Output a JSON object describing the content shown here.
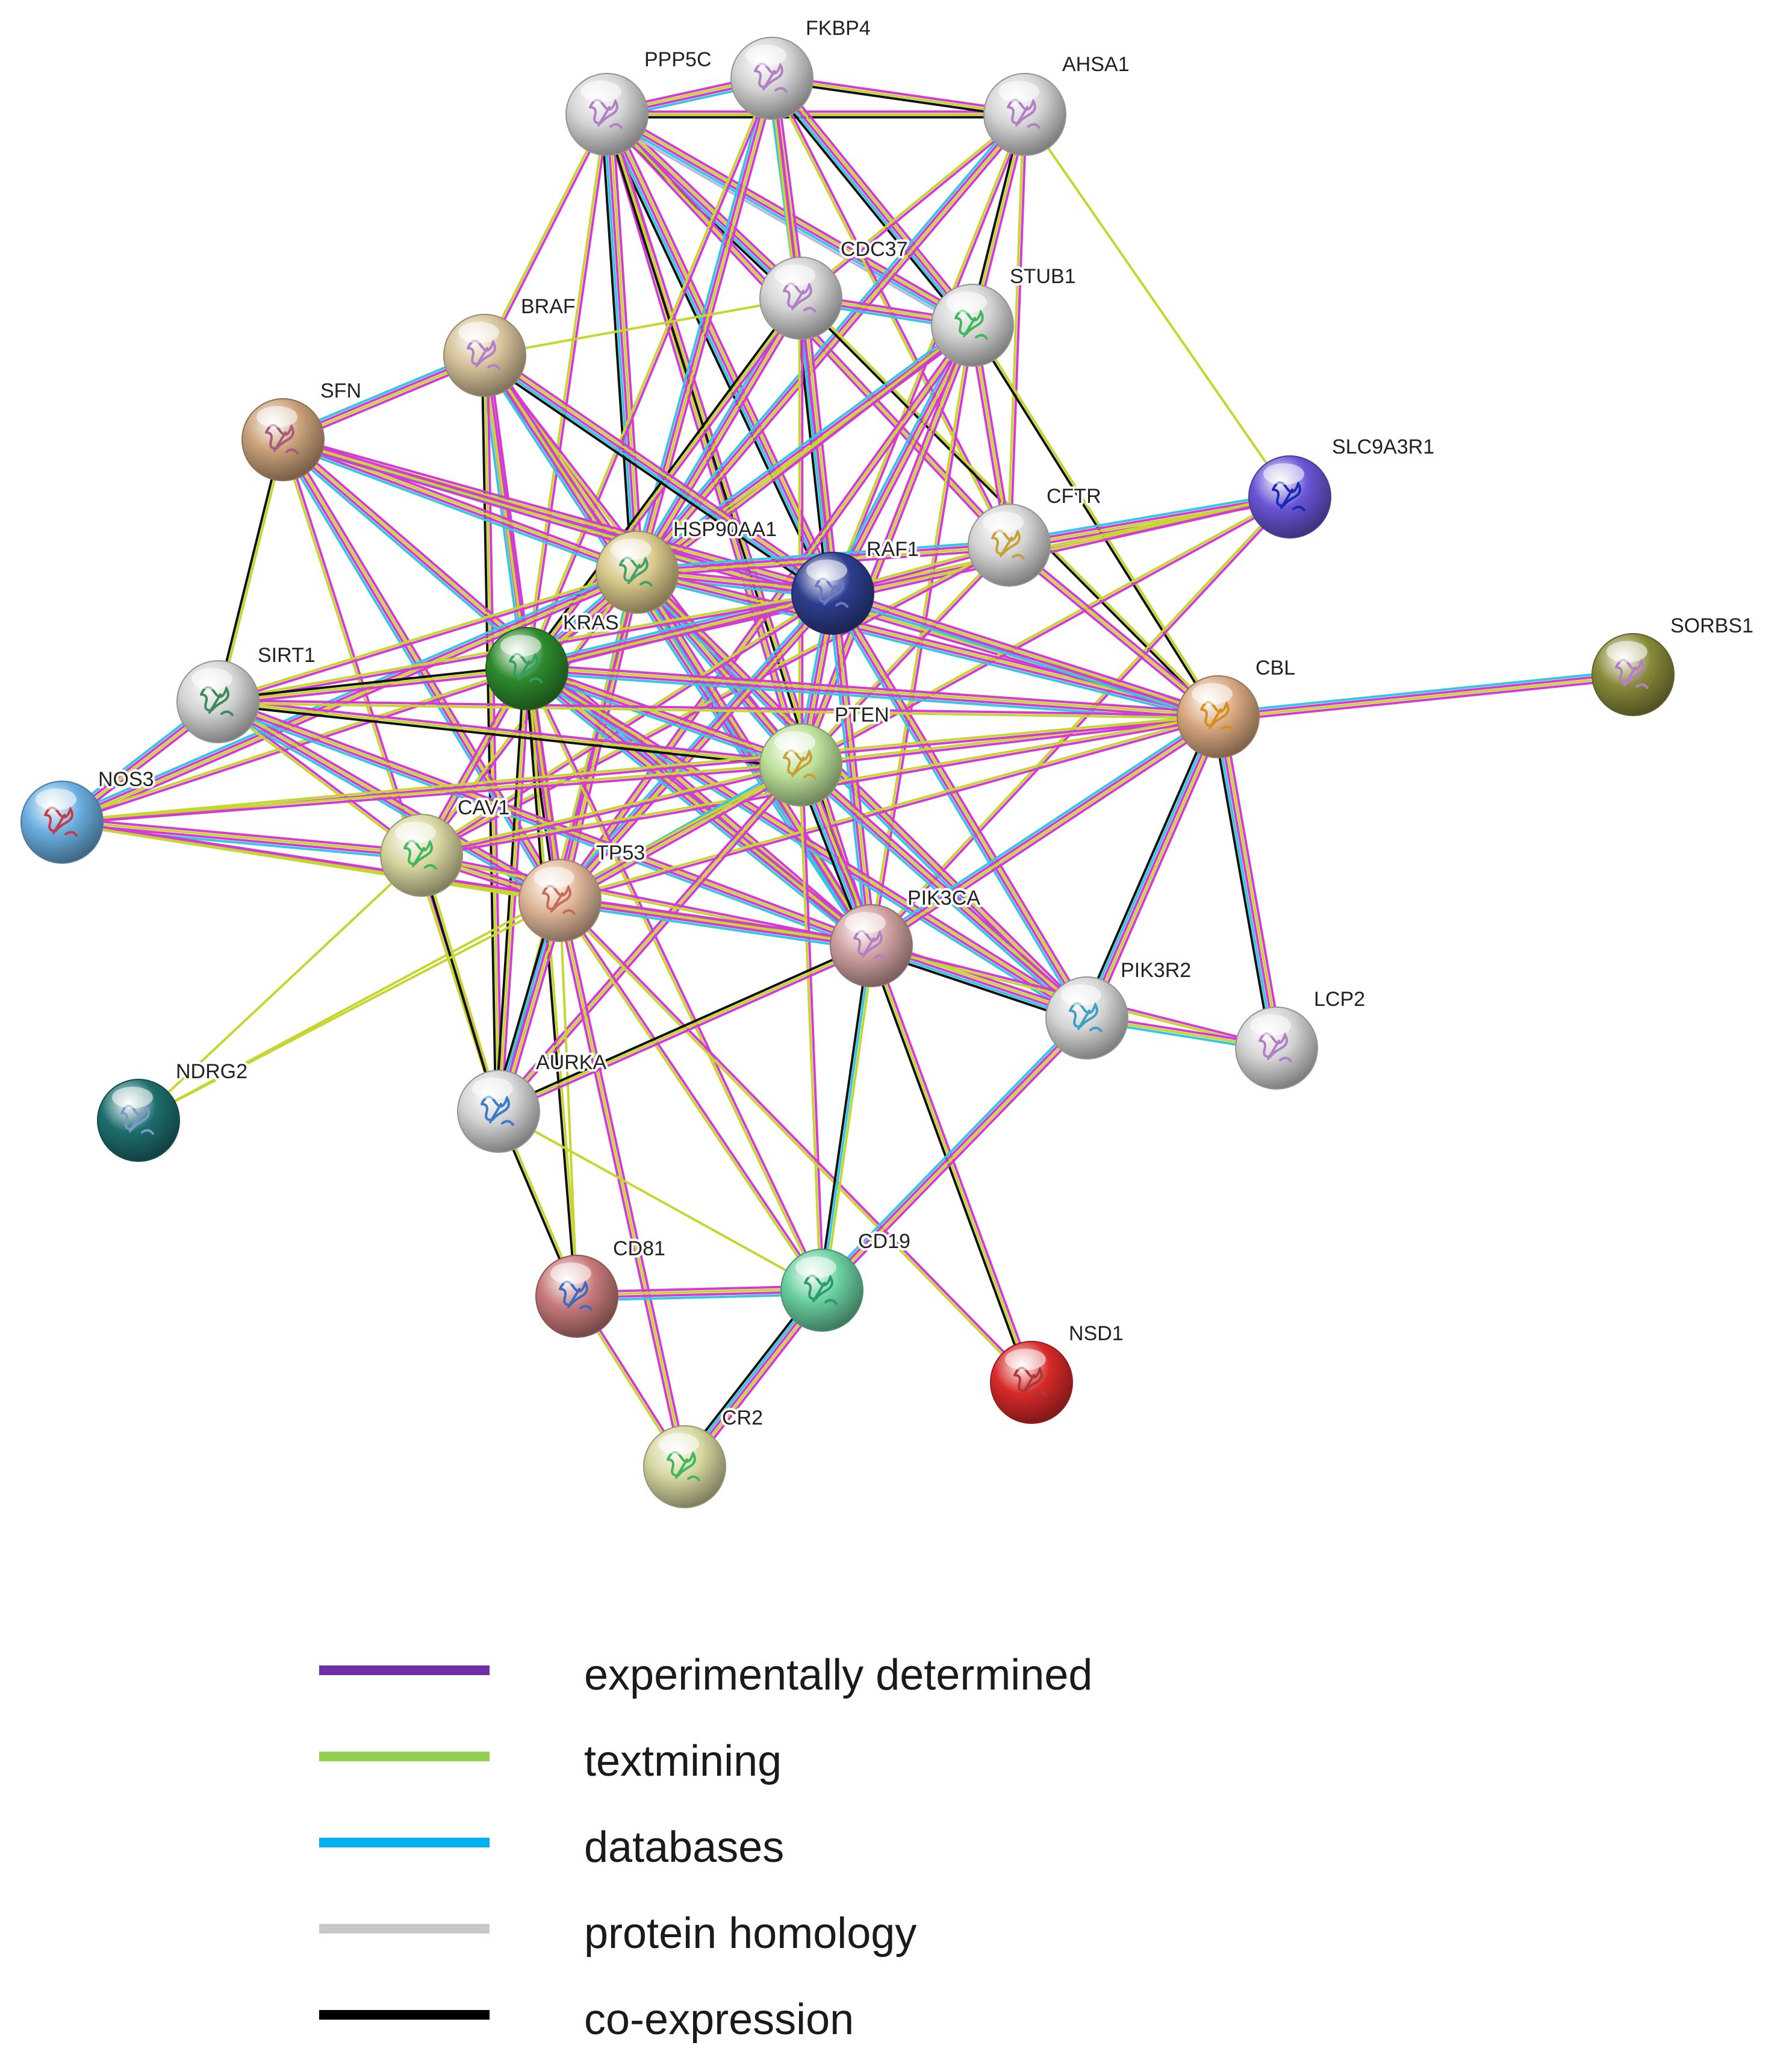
{
  "network": {
    "nodes": [
      {
        "id": "PPP5C",
        "color": "#d4d4d4",
        "structure": "#b27fc6"
      },
      {
        "id": "FKBP4",
        "color": "#d4d4d4",
        "structure": "#b27fc6"
      },
      {
        "id": "AHSA1",
        "color": "#d4d4d4",
        "structure": "#b27fc6"
      },
      {
        "id": "CDC37",
        "color": "#d4d4d4",
        "structure": "#b27fc6"
      },
      {
        "id": "STUB1",
        "color": "#d4d4d4",
        "structure": "#3fb85a"
      },
      {
        "id": "BRAF",
        "color": "#d6c39a",
        "structure": "#b27fc6"
      },
      {
        "id": "SFN",
        "color": "#c9a078",
        "structure": "#a85a7a"
      },
      {
        "id": "SLC9A3R1",
        "color": "#6a55d6",
        "structure": "#1a2ab0"
      },
      {
        "id": "CFTR",
        "color": "#d4d4d4",
        "structure": "#c6a030"
      },
      {
        "id": "HSP90AA1",
        "color": "#d8c88a",
        "structure": "#46a06a"
      },
      {
        "id": "RAF1",
        "color": "#2e3e8e",
        "structure": "#6a7ac6"
      },
      {
        "id": "KRAS",
        "color": "#2e8a2e",
        "structure": "#2ea060"
      },
      {
        "id": "SIRT1",
        "color": "#d4d4d4",
        "structure": "#3a8a5a"
      },
      {
        "id": "SORBS1",
        "color": "#8a8a3a",
        "structure": "#b27fc6"
      },
      {
        "id": "CBL",
        "color": "#d8a880",
        "structure": "#d6901a"
      },
      {
        "id": "PTEN",
        "color": "#bce09a",
        "structure": "#c6a030"
      },
      {
        "id": "NOS3",
        "color": "#6aaee0",
        "structure": "#c63a4a"
      },
      {
        "id": "CAV1",
        "color": "#d8d6a0",
        "structure": "#3fb85a"
      },
      {
        "id": "TP53",
        "color": "#e0b89a",
        "structure": "#c66a5a"
      },
      {
        "id": "PIK3CA",
        "color": "#d0a0a0",
        "structure": "#b27fc6"
      },
      {
        "id": "PIK3R2",
        "color": "#d4d4d4",
        "structure": "#3fa0c6"
      },
      {
        "id": "LCP2",
        "color": "#d4d4d4",
        "structure": "#b27fc6"
      },
      {
        "id": "NDRG2",
        "color": "#1e6e6e",
        "structure": "#7a9ac6"
      },
      {
        "id": "AURKA",
        "color": "#d4d4d4",
        "structure": "#3a7ac6"
      },
      {
        "id": "CD81",
        "color": "#c87a7a",
        "structure": "#3a6ac6"
      },
      {
        "id": "CD19",
        "color": "#6ad0a0",
        "structure": "#2a9a6a"
      },
      {
        "id": "NSD1",
        "color": "#d82a2a",
        "structure": "#a83a3a"
      },
      {
        "id": "CR2",
        "color": "#d6d6a0",
        "structure": "#3fb85a"
      }
    ],
    "edges": [
      [
        "PPP5C",
        "FKBP4",
        "ptmd"
      ],
      [
        "PPP5C",
        "AHSA1",
        "ptc"
      ],
      [
        "PPP5C",
        "CDC37",
        "ptmdc"
      ],
      [
        "PPP5C",
        "STUB1",
        "ptmdh"
      ],
      [
        "PPP5C",
        "HSP90AA1",
        "ptmdc"
      ],
      [
        "PPP5C",
        "RAF1",
        "ptmdc"
      ],
      [
        "PPP5C",
        "BRAF",
        "pt"
      ],
      [
        "PPP5C",
        "PTEN",
        "ptm"
      ],
      [
        "PPP5C",
        "KRAS",
        "pt"
      ],
      [
        "PPP5C",
        "PIK3CA",
        "ptc"
      ],
      [
        "PPP5C",
        "CFTR",
        "ptm"
      ],
      [
        "FKBP4",
        "AHSA1",
        "ptc"
      ],
      [
        "FKBP4",
        "CDC37",
        "ptmd"
      ],
      [
        "FKBP4",
        "STUB1",
        "ptmdc"
      ],
      [
        "FKBP4",
        "HSP90AA1",
        "ptmd"
      ],
      [
        "FKBP4",
        "RAF1",
        "pt"
      ],
      [
        "FKBP4",
        "KRAS",
        "pt"
      ],
      [
        "FKBP4",
        "CFTR",
        "pt"
      ],
      [
        "AHSA1",
        "CDC37",
        "pt"
      ],
      [
        "AHSA1",
        "STUB1",
        "ptc"
      ],
      [
        "AHSA1",
        "HSP90AA1",
        "ptmd"
      ],
      [
        "AHSA1",
        "SLC9A3R1",
        "t"
      ],
      [
        "AHSA1",
        "CFTR",
        "pt"
      ],
      [
        "AHSA1",
        "RAF1",
        "pt"
      ],
      [
        "CDC37",
        "STUB1",
        "ptmd"
      ],
      [
        "CDC37",
        "HSP90AA1",
        "ptmd"
      ],
      [
        "CDC37",
        "RAF1",
        "ptmdc"
      ],
      [
        "CDC37",
        "BRAF",
        "t"
      ],
      [
        "CDC37",
        "KRAS",
        "ptc"
      ],
      [
        "CDC37",
        "PTEN",
        "pt"
      ],
      [
        "CDC37",
        "CBL",
        "tc"
      ],
      [
        "STUB1",
        "HSP90AA1",
        "ptmd"
      ],
      [
        "STUB1",
        "RAF1",
        "ptmd"
      ],
      [
        "STUB1",
        "CFTR",
        "ptm"
      ],
      [
        "STUB1",
        "PTEN",
        "ptm"
      ],
      [
        "STUB1",
        "TP53",
        "ptm"
      ],
      [
        "STUB1",
        "KRAS",
        "pt"
      ],
      [
        "STUB1",
        "CBL",
        "tc"
      ],
      [
        "STUB1",
        "PIK3CA",
        "pt"
      ],
      [
        "BRAF",
        "SFN",
        "ptmd"
      ],
      [
        "BRAF",
        "HSP90AA1",
        "ptmd"
      ],
      [
        "BRAF",
        "RAF1",
        "ptmdc"
      ],
      [
        "BRAF",
        "KRAS",
        "ptmd"
      ],
      [
        "BRAF",
        "PTEN",
        "pt"
      ],
      [
        "BRAF",
        "PIK3CA",
        "ptmd"
      ],
      [
        "BRAF",
        "TP53",
        "pt"
      ],
      [
        "BRAF",
        "AURKA",
        "ptc"
      ],
      [
        "SFN",
        "HSP90AA1",
        "ptmd"
      ],
      [
        "SFN",
        "RAF1",
        "ptmd"
      ],
      [
        "SFN",
        "SIRT1",
        "tc"
      ],
      [
        "SFN",
        "TP53",
        "ptmd"
      ],
      [
        "SFN",
        "PIK3CA",
        "ptmd"
      ],
      [
        "SFN",
        "CBL",
        "ptm"
      ],
      [
        "SFN",
        "AURKA",
        "pt"
      ],
      [
        "SLC9A3R1",
        "CFTR",
        "ptmd"
      ],
      [
        "SLC9A3R1",
        "RAF1",
        "pt"
      ],
      [
        "SLC9A3R1",
        "KRAS",
        "pt"
      ],
      [
        "SLC9A3R1",
        "PTEN",
        "pt"
      ],
      [
        "SLC9A3R1",
        "PIK3CA",
        "pt"
      ],
      [
        "CFTR",
        "HSP90AA1",
        "ptmd"
      ],
      [
        "CFTR",
        "RAF1",
        "pt"
      ],
      [
        "CFTR",
        "CBL",
        "ptm"
      ],
      [
        "CFTR",
        "CAV1",
        "pt"
      ],
      [
        "CFTR",
        "PTEN",
        "pt"
      ],
      [
        "HSP90AA1",
        "RAF1",
        "ptmd"
      ],
      [
        "HSP90AA1",
        "KRAS",
        "ptmd"
      ],
      [
        "HSP90AA1",
        "SIRT1",
        "pt"
      ],
      [
        "HSP90AA1",
        "PTEN",
        "ptmd"
      ],
      [
        "HSP90AA1",
        "CBL",
        "ptmd"
      ],
      [
        "HSP90AA1",
        "NOS3",
        "ptmd"
      ],
      [
        "HSP90AA1",
        "CAV1",
        "pt"
      ],
      [
        "HSP90AA1",
        "TP53",
        "ptmd"
      ],
      [
        "HSP90AA1",
        "PIK3CA",
        "ptmd"
      ],
      [
        "HSP90AA1",
        "PIK3R2",
        "ptmd"
      ],
      [
        "HSP90AA1",
        "AURKA",
        "pt"
      ],
      [
        "RAF1",
        "KRAS",
        "ptmd"
      ],
      [
        "RAF1",
        "PTEN",
        "ptmd"
      ],
      [
        "RAF1",
        "CBL",
        "ptmd"
      ],
      [
        "RAF1",
        "TP53",
        "ptmd"
      ],
      [
        "RAF1",
        "PIK3CA",
        "ptmd"
      ],
      [
        "RAF1",
        "PIK3R2",
        "ptmd"
      ],
      [
        "RAF1",
        "SIRT1",
        "pt"
      ],
      [
        "RAF1",
        "CAV1",
        "pt"
      ],
      [
        "KRAS",
        "SIRT1",
        "ptc"
      ],
      [
        "KRAS",
        "PTEN",
        "ptmd"
      ],
      [
        "KRAS",
        "CBL",
        "ptmd"
      ],
      [
        "KRAS",
        "NOS3",
        "pt"
      ],
      [
        "KRAS",
        "CAV1",
        "ptm"
      ],
      [
        "KRAS",
        "TP53",
        "ptmc"
      ],
      [
        "KRAS",
        "PIK3CA",
        "ptmd"
      ],
      [
        "KRAS",
        "PIK3R2",
        "ptmd"
      ],
      [
        "KRAS",
        "AURKA",
        "ptc"
      ],
      [
        "KRAS",
        "CD81",
        "tc"
      ],
      [
        "KRAS",
        "CD19",
        "pt"
      ],
      [
        "SIRT1",
        "NOS3",
        "ptmd"
      ],
      [
        "SIRT1",
        "CAV1",
        "pt"
      ],
      [
        "SIRT1",
        "TP53",
        "ptmd"
      ],
      [
        "SIRT1",
        "PTEN",
        "ptc"
      ],
      [
        "SIRT1",
        "PIK3CA",
        "ptmd"
      ],
      [
        "SIRT1",
        "CBL",
        "pt"
      ],
      [
        "SORBS1",
        "CBL",
        "ptmd"
      ],
      [
        "CBL",
        "PTEN",
        "pt"
      ],
      [
        "CBL",
        "PIK3CA",
        "ptmd"
      ],
      [
        "CBL",
        "PIK3R2",
        "ptmdc"
      ],
      [
        "CBL",
        "LCP2",
        "ptmdc"
      ],
      [
        "CBL",
        "TP53",
        "pt"
      ],
      [
        "CBL",
        "NOS3",
        "pt"
      ],
      [
        "CBL",
        "CAV1",
        "pt"
      ],
      [
        "PTEN",
        "TP53",
        "ptmd"
      ],
      [
        "PTEN",
        "PIK3CA",
        "ptmdc"
      ],
      [
        "PTEN",
        "PIK3R2",
        "ptmd"
      ],
      [
        "PTEN",
        "NOS3",
        "pt"
      ],
      [
        "PTEN",
        "CAV1",
        "pt"
      ],
      [
        "PTEN",
        "NDRG2",
        "t"
      ],
      [
        "PTEN",
        "AURKA",
        "ptm"
      ],
      [
        "PTEN",
        "CD19",
        "pt"
      ],
      [
        "NOS3",
        "CAV1",
        "ptmd"
      ],
      [
        "NOS3",
        "TP53",
        "pt"
      ],
      [
        "NOS3",
        "PIK3CA",
        "pt"
      ],
      [
        "CAV1",
        "TP53",
        "ptm"
      ],
      [
        "CAV1",
        "PIK3CA",
        "pt"
      ],
      [
        "CAV1",
        "AURKA",
        "tc"
      ],
      [
        "CAV1",
        "NDRG2",
        "t"
      ],
      [
        "TP53",
        "PIK3CA",
        "ptmd"
      ],
      [
        "TP53",
        "AURKA",
        "ptmdc"
      ],
      [
        "TP53",
        "CD19",
        "pt"
      ],
      [
        "TP53",
        "NSD1",
        "pt"
      ],
      [
        "TP53",
        "CR2",
        "ptm"
      ],
      [
        "TP53",
        "CD81",
        "t"
      ],
      [
        "TP53",
        "NDRG2",
        "t"
      ],
      [
        "PIK3CA",
        "PIK3R2",
        "ptmdc"
      ],
      [
        "PIK3CA",
        "LCP2",
        "pt"
      ],
      [
        "PIK3CA",
        "NSD1",
        "ptc"
      ],
      [
        "PIK3CA",
        "CD19",
        "tdc"
      ],
      [
        "PIK3CA",
        "AURKA",
        "ptc"
      ],
      [
        "PIK3R2",
        "LCP2",
        "ptd"
      ],
      [
        "PIK3R2",
        "CD19",
        "ptmd"
      ],
      [
        "AURKA",
        "CD81",
        "tc"
      ],
      [
        "AURKA",
        "CD19",
        "t"
      ],
      [
        "CD81",
        "CD19",
        "ptmd"
      ],
      [
        "CD81",
        "CR2",
        "pt"
      ],
      [
        "CD19",
        "CR2",
        "ptmdc"
      ]
    ]
  },
  "legend": [
    {
      "label": "experimentally determined",
      "color": "#6f2da8"
    },
    {
      "label": "textmining",
      "color": "#92d14f"
    },
    {
      "label": "databases",
      "color": "#00b0f0"
    },
    {
      "label": "protein homology",
      "color": "#c8c8c8"
    },
    {
      "label": "co-expression",
      "color": "#000000"
    }
  ],
  "edge_colors": {
    "t": "#c6d630",
    "p": "#d43bd4",
    "m": "#d43bd4",
    "d": "#35c6e0",
    "c": "#111111",
    "h": "#b8b8e0"
  }
}
